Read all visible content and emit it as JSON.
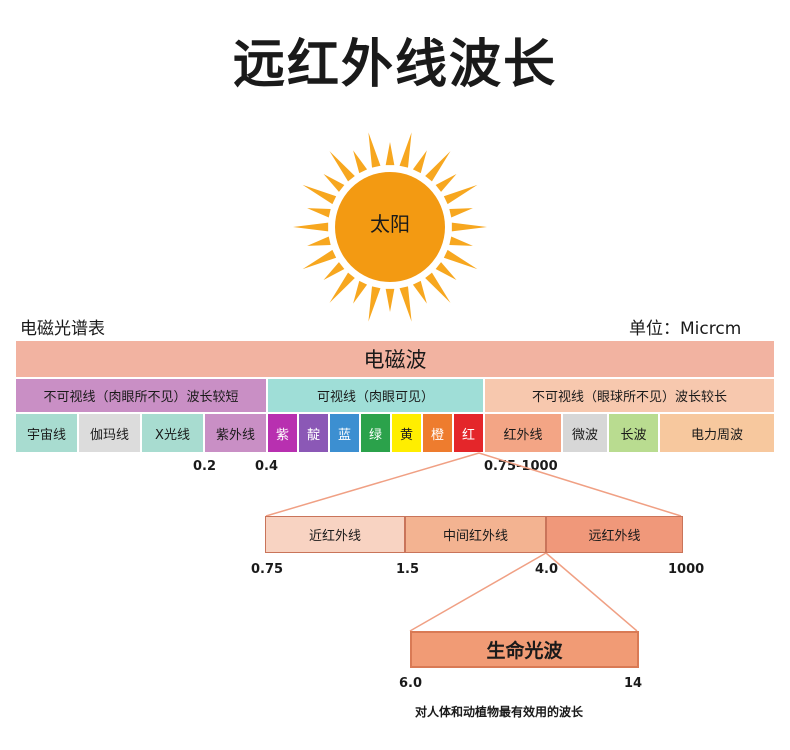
{
  "title": "远红外线波长",
  "sun": {
    "label": "太阳",
    "color": "#f39a12",
    "ray_color": "#f7a71f"
  },
  "spectrum_label": "电磁光谱表",
  "unit_label": "单位：Micrcm",
  "em_wave_label": "电磁波",
  "groups": {
    "invisible_short": "不可视线（肉眼所不见）波长较短",
    "visible": "可视线（肉眼可见）",
    "invisible_long": "不可视线（眼球所不见）波长较长"
  },
  "bands": {
    "cosmic": "宇宙线",
    "gamma": "伽玛线",
    "xray": "X光线",
    "uv": "紫外线",
    "violet": "紫",
    "indigo": "靛",
    "blue": "蓝",
    "green": "绿",
    "yellow": "黄",
    "orange": "橙",
    "red": "红",
    "infrared": "红外线",
    "microwave": "微波",
    "longwave": "长波",
    "power": "电力周波"
  },
  "ticks": {
    "t02": "0.2",
    "t04": "0.4",
    "t075_1000": "0.75-1000"
  },
  "infrared_range": {
    "near": "近红外线",
    "mid": "中间红外线",
    "far": "远红外线",
    "t075": "0.75",
    "t15": "1.5",
    "t40": "4.0",
    "t1000": "1000"
  },
  "life_wave": {
    "label": "生命光波",
    "t60": "6.0",
    "t14": "14",
    "caption": "对人体和动植物最有效用的波长"
  },
  "colors": {
    "em_row": "#f2b3a1",
    "invisible_short": "#c98fc5",
    "visible": "#9fded7",
    "invisible_long": "#f7c8ae",
    "cosmic": "#a8dcd0",
    "gamma": "#dcdcdc",
    "xray": "#a8dcd0",
    "uv": "#c98fc5",
    "violet": "#b830b0",
    "indigo": "#8b58b6",
    "blue": "#3c8fd1",
    "green": "#2ba24b",
    "yellow": "#ffee00",
    "orange": "#ee7c2e",
    "red": "#e4262a",
    "infrared": "#f3a585",
    "microwave": "#d7d7d7",
    "longwave": "#b9dc90",
    "power": "#f7c89e",
    "near": "#f8d3c2",
    "mid": "#f3b391",
    "far": "#f0987a",
    "connector": "#f0a084"
  }
}
